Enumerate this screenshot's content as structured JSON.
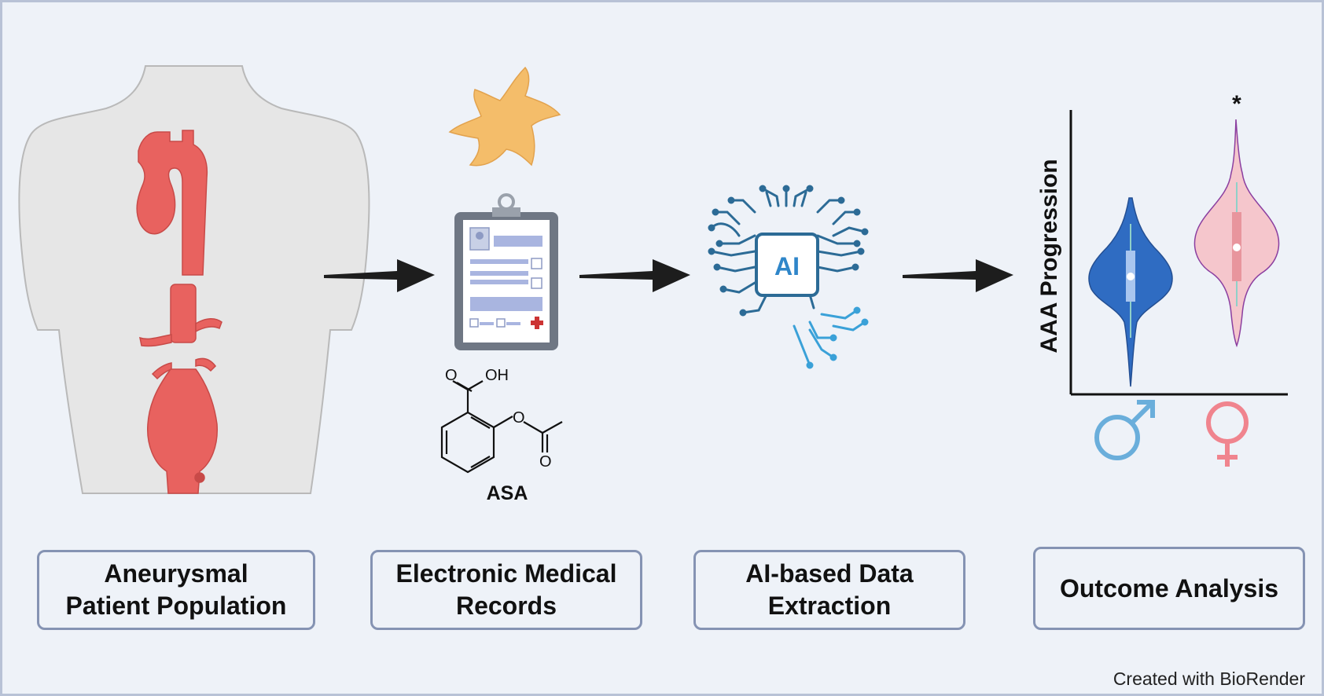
{
  "steps": [
    {
      "line1": "Aneurysmal",
      "line2": "Patient Population"
    },
    {
      "line1": "Electronic Medical",
      "line2": "Records"
    },
    {
      "line1": "AI-based Data",
      "line2": "Extraction"
    },
    {
      "line1": "Outcome Analysis"
    }
  ],
  "molecule": {
    "name": "ASA",
    "atoms": {
      "carbonyl_o": "O",
      "hydroxyl": "OH",
      "ester_o": "O",
      "acetyl_o": "O"
    }
  },
  "ai_chip": {
    "label": "AI"
  },
  "chart": {
    "ylabel": "AAA Progression",
    "significance_marker": "*",
    "groups": [
      {
        "symbol": "male-symbol-icon",
        "color": "#2f6cc2"
      },
      {
        "symbol": "female-symbol-icon",
        "color": "#f5c6cc"
      }
    ]
  },
  "colors": {
    "aorta": "#e8625f",
    "body": "#e4e4e4",
    "cell": "#f4bd6a",
    "brain_circuit": "#2c6b96",
    "male": "#6aaedb",
    "female": "#f0848e",
    "box_border": "#8593b3"
  },
  "credit": "Created with BioRender"
}
